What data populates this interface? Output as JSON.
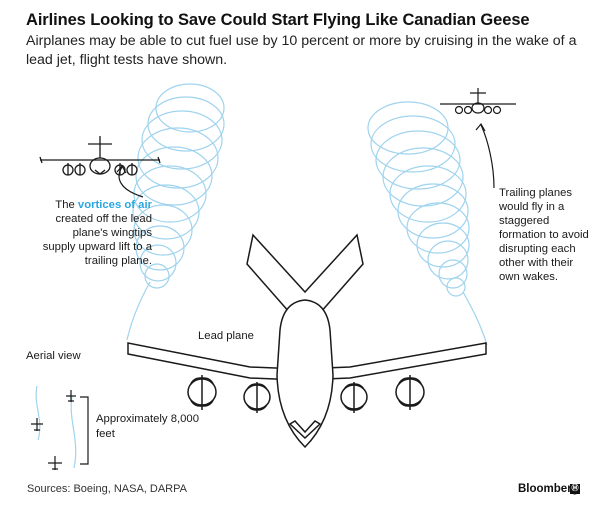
{
  "header": {
    "title": "Airlines Looking to Save Could Start Flying Like Canadian Geese",
    "subtitle": "Airplanes may be able to cut fuel use by 10 percent or more by cruising in the wake of a lead jet, flight tests have shown."
  },
  "annotations": {
    "vortices": {
      "prefix": "The ",
      "highlight": "vortices of air",
      "suffix": " created off the lead plane's wingtips supply upward lift to a trailing plane."
    },
    "trailing": "Trailing planes would fly in a staggered formation to avoid disrupting each other with their own wakes.",
    "lead_plane": "Lead plane",
    "aerial_view": "Aerial view",
    "distance": "Approximately 8,000 feet"
  },
  "footer": {
    "source": "Sources: Boeing, NASA, DARPA",
    "brand": "Bloomberg",
    "brand_mark": "Ⓜ"
  },
  "colors": {
    "vortex": "#9fd3ee",
    "highlight": "#2aa7e0",
    "line": "#1a1a1a"
  }
}
